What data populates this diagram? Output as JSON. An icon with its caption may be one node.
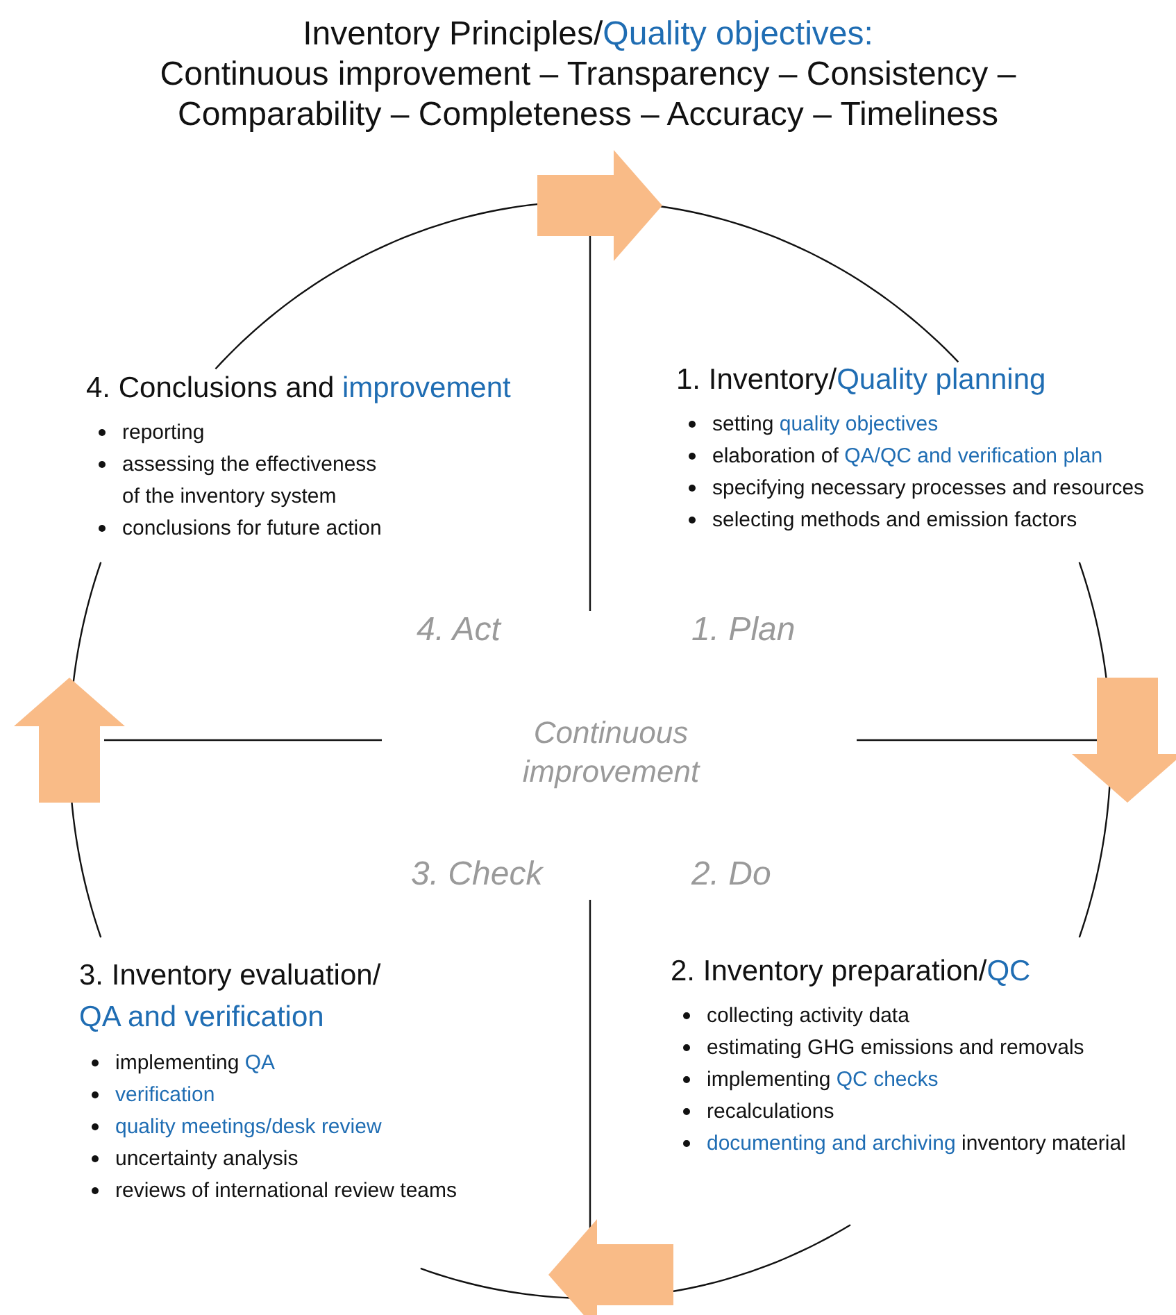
{
  "diagram": {
    "title": "Inventory Principles/Quality objectives: Continuous improvement – Transparency – Consistency – Comparability – Completeness – Accuracy – Timeliness",
    "nodes": [
      {
        "text": [
          "4. Conclusions and improvement",
          "reporting",
          "assessing the effectiveness of the inventory system",
          "conclusions for future action"
        ]
      },
      {
        "text": [
          "1. Inventory/Quality planning",
          "setting quality objectives",
          "elaboration of QA/QC and verification plan",
          "specifying necessary processes and resources",
          "selecting methods and emission factors"
        ]
      },
      {
        "text": [
          "3. Inventory evaluation/ QA and verification",
          "implementing QA",
          "verification",
          "quality meetings/desk review",
          "uncertainty analysis",
          "reviews of international review teams"
        ]
      },
      {
        "text": [
          "2. Inventory preparation/QC",
          "collecting activity data",
          "estimating GHG emissions and removals",
          "implementing QC checks",
          "recalculations",
          "documenting and archiving inventory material"
        ]
      }
    ],
    "labels": [
      "4. Act",
      "1. Plan",
      "Continuous improvement",
      "3. Check",
      "2. Do"
    ]
  }
}
